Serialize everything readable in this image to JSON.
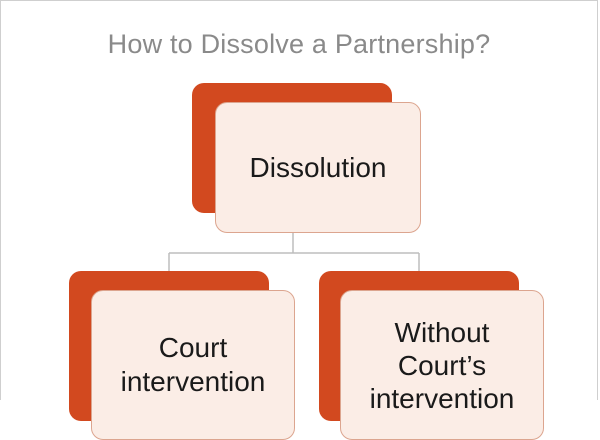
{
  "title": "How to Dissolve a Partnership?",
  "colors": {
    "accent": "#d2491f",
    "box_fill": "#fbede6",
    "box_border": "#dca58f",
    "connector": "#bdbdbd",
    "title": "#8a8a8a"
  },
  "nodes": {
    "root": {
      "label": "Dissolution"
    },
    "left": {
      "label": "Court\nintervention"
    },
    "right": {
      "label": "Without\nCourt’s\nintervention"
    }
  }
}
